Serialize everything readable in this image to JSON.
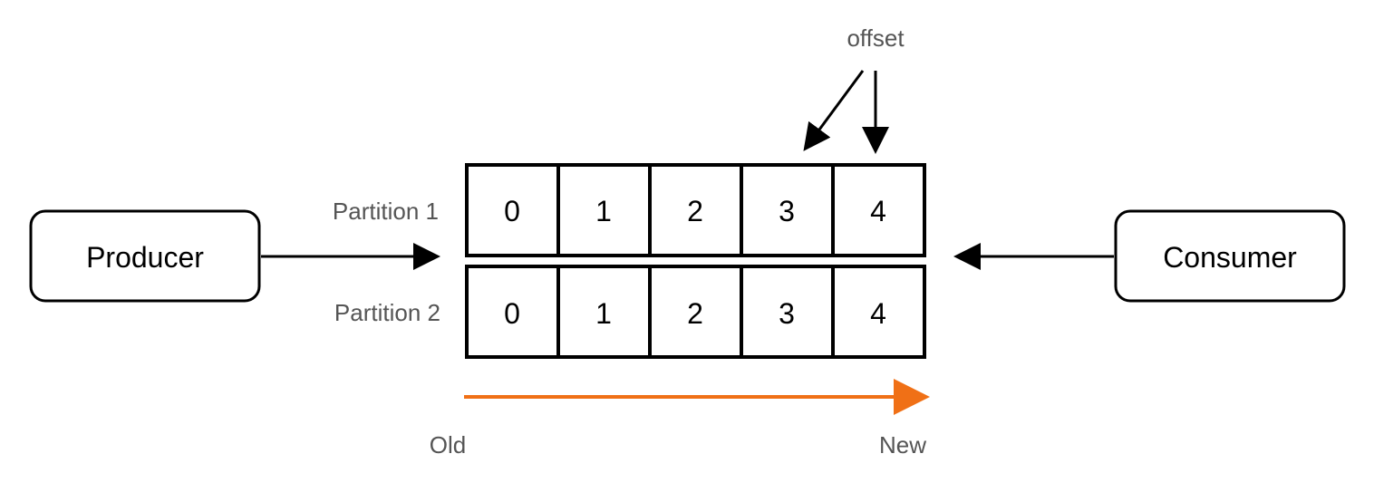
{
  "producer": {
    "label": "Producer"
  },
  "consumer": {
    "label": "Consumer"
  },
  "offset": {
    "label": "offset"
  },
  "partitions": [
    {
      "label": "Partition 1",
      "cells": [
        "0",
        "1",
        "2",
        "3",
        "4"
      ]
    },
    {
      "label": "Partition 2",
      "cells": [
        "0",
        "1",
        "2",
        "3",
        "4"
      ]
    }
  ],
  "timeline": {
    "start_label": "Old",
    "end_label": "New",
    "color": "#f07016"
  },
  "colors": {
    "stroke": "#000000",
    "muted_text": "#555555"
  }
}
